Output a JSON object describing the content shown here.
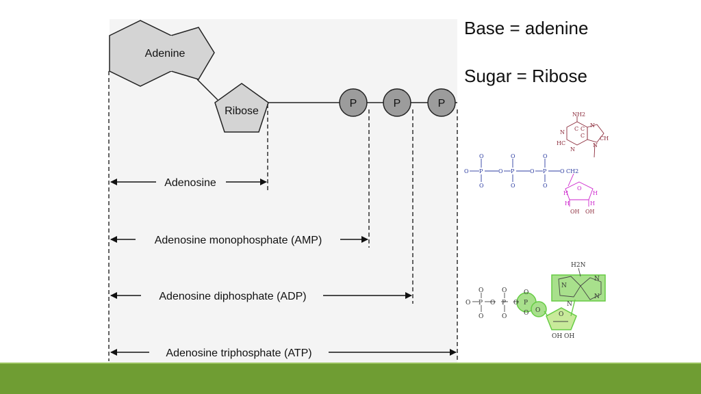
{
  "slide": {
    "base_text": "Base = adenine",
    "sugar_text": "Sugar = Ribose"
  },
  "diagram": {
    "base_label": "Adenine",
    "sugar_label": "Ribose",
    "phosphate_labels": [
      "P",
      "P",
      "P"
    ],
    "spans": [
      {
        "label": "Adenosine"
      },
      {
        "label": "Adenosine monophosphate (AMP)"
      },
      {
        "label": "Adenosine diphosphate (ADP)"
      },
      {
        "label": "Adenosine triphosphate (ATP)"
      }
    ]
  },
  "structure_top": {
    "amine": "NH2",
    "ring_atoms": [
      "N",
      "N",
      "HC",
      "N",
      "N",
      "CH",
      "C",
      "C",
      "C"
    ],
    "phosphate_O": [
      "O",
      "O",
      "O",
      "O",
      "O",
      "O",
      "O",
      "O",
      "O",
      "O"
    ],
    "phosphorus": [
      "P",
      "P",
      "P"
    ],
    "ch2": "CH2",
    "sugar_O": "O",
    "sugar_H": [
      "H",
      "H",
      "H",
      "H"
    ],
    "hydroxyls": [
      "OH",
      "OH"
    ],
    "colors": {
      "base": "#8b2a3a",
      "sugar": "#cc22cc",
      "phosphate": "#2a3aa0"
    }
  },
  "structure_bottom": {
    "amine": "H2N",
    "ring_atoms": [
      "N",
      "N",
      "N",
      "N"
    ],
    "phosphate_O": [
      "O",
      "O",
      "O",
      "O",
      "O",
      "O",
      "O",
      "O",
      "O",
      "O"
    ],
    "phosphorus": [
      "P",
      "P",
      "P"
    ],
    "sugar_O": "O",
    "hydroxyls": [
      "OH",
      "OH"
    ],
    "colors": {
      "highlight": "#66cc44",
      "fill": "#a8e08c"
    }
  }
}
